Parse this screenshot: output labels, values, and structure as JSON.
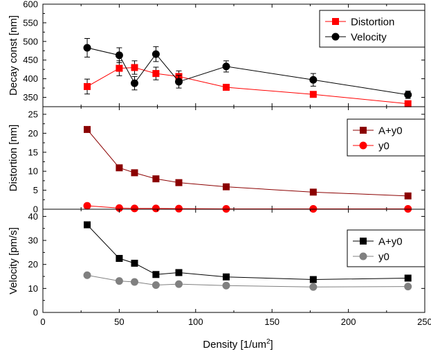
{
  "chart_data": {
    "type": "line",
    "xlabel": "Density [1/um²]",
    "xlabel_main": "Density [1/um",
    "xlabel_sup": "2",
    "xlabel_end": "]",
    "xlim": [
      0,
      250
    ],
    "xticks": [
      0,
      50,
      100,
      150,
      200,
      250
    ],
    "x": [
      29,
      50,
      60,
      74,
      89,
      120,
      177,
      239
    ],
    "panels": [
      {
        "ylabel": "Decay const [nm]",
        "ylim": [
          325,
          600
        ],
        "yticks": [
          350,
          400,
          450,
          500,
          550,
          600
        ],
        "legend": "top-right",
        "series": [
          {
            "name": "Distortion",
            "color": "#ff0000",
            "marker": "square",
            "values": [
              379,
              428,
              430,
              414,
              406,
              377,
              358,
              333
            ],
            "errors": [
              20,
              20,
              18,
              17,
              15,
              7,
              5,
              5
            ]
          },
          {
            "name": "Velocity",
            "color": "#000000",
            "marker": "circle",
            "values": [
              483,
              463,
              388,
              466,
              392,
              433,
              397,
              357
            ],
            "errors": [
              25,
              20,
              18,
              20,
              17,
              15,
              17,
              10
            ]
          }
        ]
      },
      {
        "ylabel": "Distortion [nm]",
        "ylim": [
          0,
          27
        ],
        "yticks": [
          0,
          5,
          10,
          15,
          20,
          25
        ],
        "legend": "top-right",
        "series": [
          {
            "name": "A+y0",
            "color": "#8b0000",
            "marker": "square",
            "values": [
              21,
              10.9,
              9.6,
              8.0,
              7.0,
              5.9,
              4.5,
              3.5
            ]
          },
          {
            "name": "y0",
            "color": "#ff0000",
            "marker": "circle",
            "values": [
              0.9,
              0.3,
              0.2,
              0.2,
              0.15,
              0.1,
              0.1,
              0.1
            ]
          }
        ]
      },
      {
        "ylabel": "Velocity [pm/s]",
        "ylim": [
          0,
          43
        ],
        "yticks": [
          0,
          10,
          20,
          30,
          40
        ],
        "legend": "top-right",
        "series": [
          {
            "name": "A+y0",
            "color": "#000000",
            "marker": "square",
            "values": [
              36.5,
              22.5,
              20.5,
              15.8,
              16.6,
              14.8,
              13.7,
              14.3
            ]
          },
          {
            "name": "y0",
            "color": "#808080",
            "marker": "circle",
            "values": [
              15.5,
              13.1,
              12.7,
              11.4,
              11.8,
              11.2,
              10.6,
              10.8
            ]
          }
        ]
      }
    ]
  }
}
